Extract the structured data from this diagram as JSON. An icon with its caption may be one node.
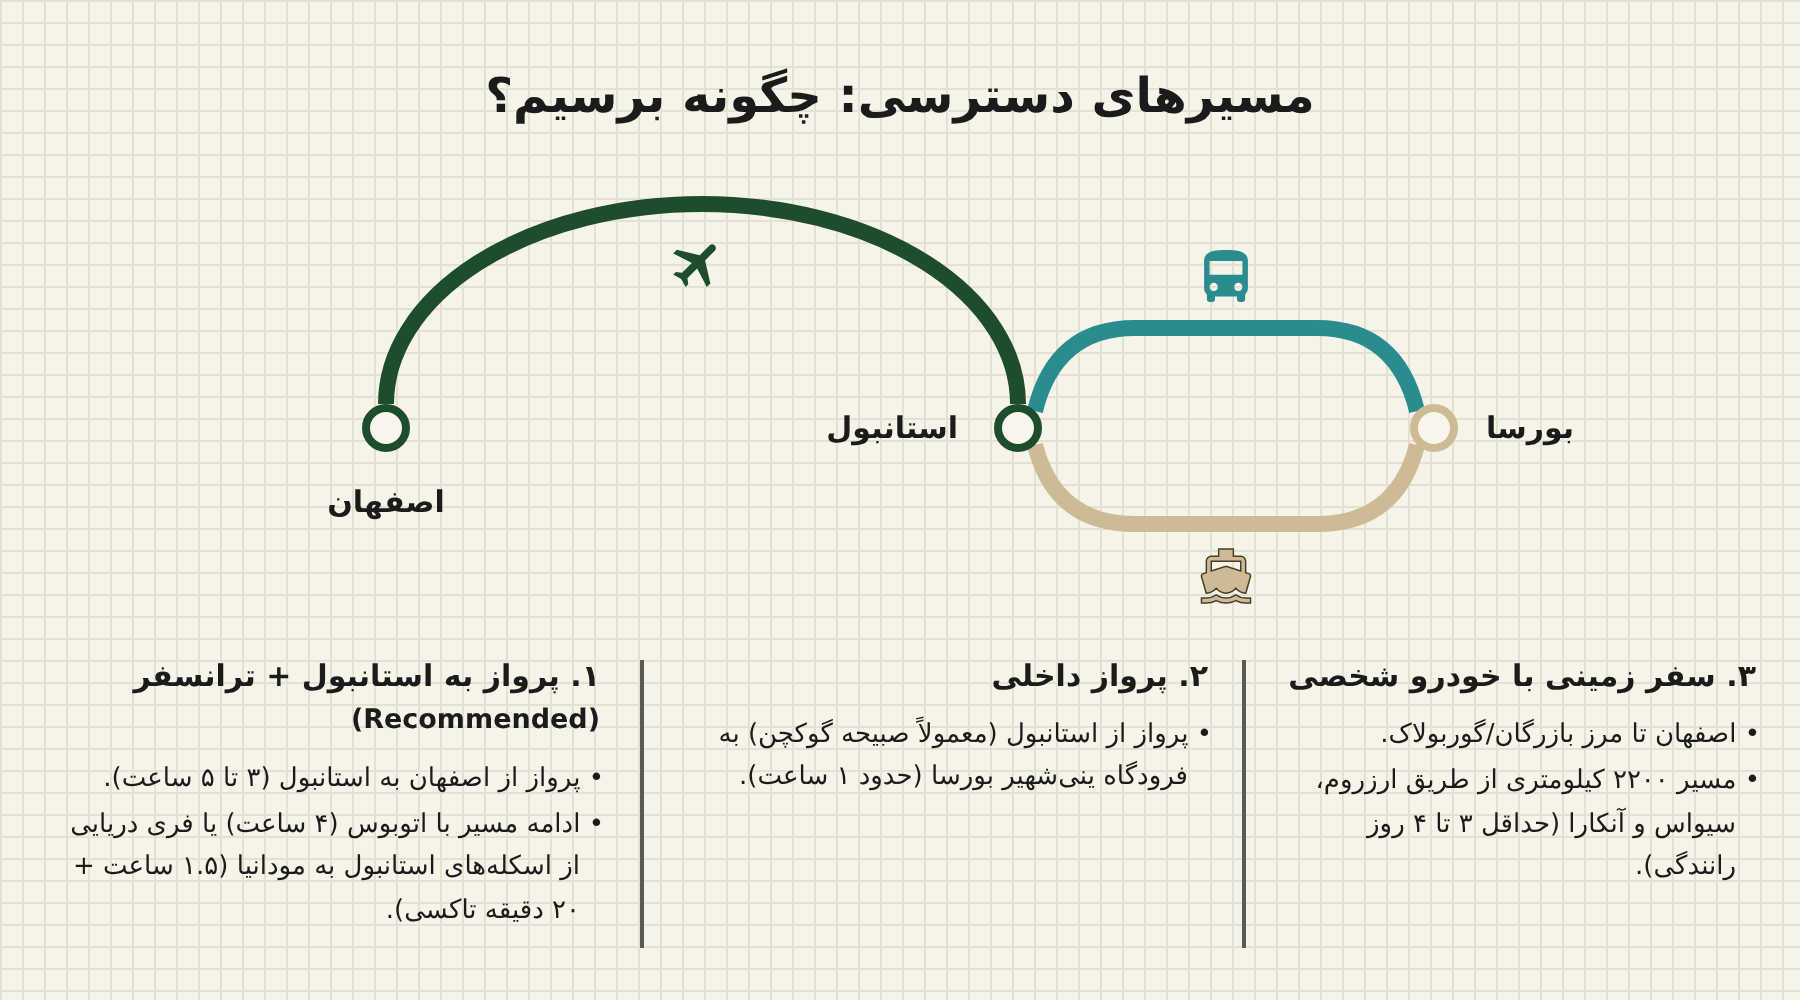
{
  "diagram": {
    "title": "مسیرهای دسترسی: چگونه برسیم؟",
    "nodes": [
      {
        "text": [],
        "shape": "circle",
        "beside": [
          "اصفهان"
        ]
      },
      {
        "text": [],
        "shape": "circle",
        "beside": [
          "استانبول"
        ]
      },
      {
        "text": [],
        "shape": "circle",
        "beside": [
          "بورسا"
        ]
      }
    ],
    "edges": [
      {
        "from": 0,
        "to": 1,
        "arrow": "none",
        "color": "#1e4d2b"
      },
      {
        "from": 1,
        "to": 2,
        "arrow": "none",
        "color": "#2a8c8f"
      },
      {
        "from": 1,
        "to": 2,
        "arrow": "none",
        "color": "#cdbb95"
      }
    ],
    "labels": [
      "۱. پرواز به استانبول + ترانسفر",
      "(Recommended)",
      "• پرواز از اصفهان به استانبول (۳ تا ۵ ساعت).",
      "• ادامه مسیر با اتوبوس (۴ ساعت) یا فری دریایی از اسکله‌های استانبول به مودانیا (۱.۵ ساعت + ۲۰ دقیقه تاکسی).",
      "۲. پرواز داخلی",
      "• پرواز از استانبول (معمولاً صبیحه گوکچن) به فرودگاه ینی‌شهیر بورسا (حدود ۱ ساعت).",
      "۳. سفر زمینی با خودرو شخصی",
      "• اصفهان تا مرز بازرگان/گوربولاک.",
      "• مسیر ۲۲۰۰ کیلومتری از طریق ارزروم، سیواس و آنکارا (حداقل ۳ تا ۴ روز رانندگی)."
    ]
  }
}
